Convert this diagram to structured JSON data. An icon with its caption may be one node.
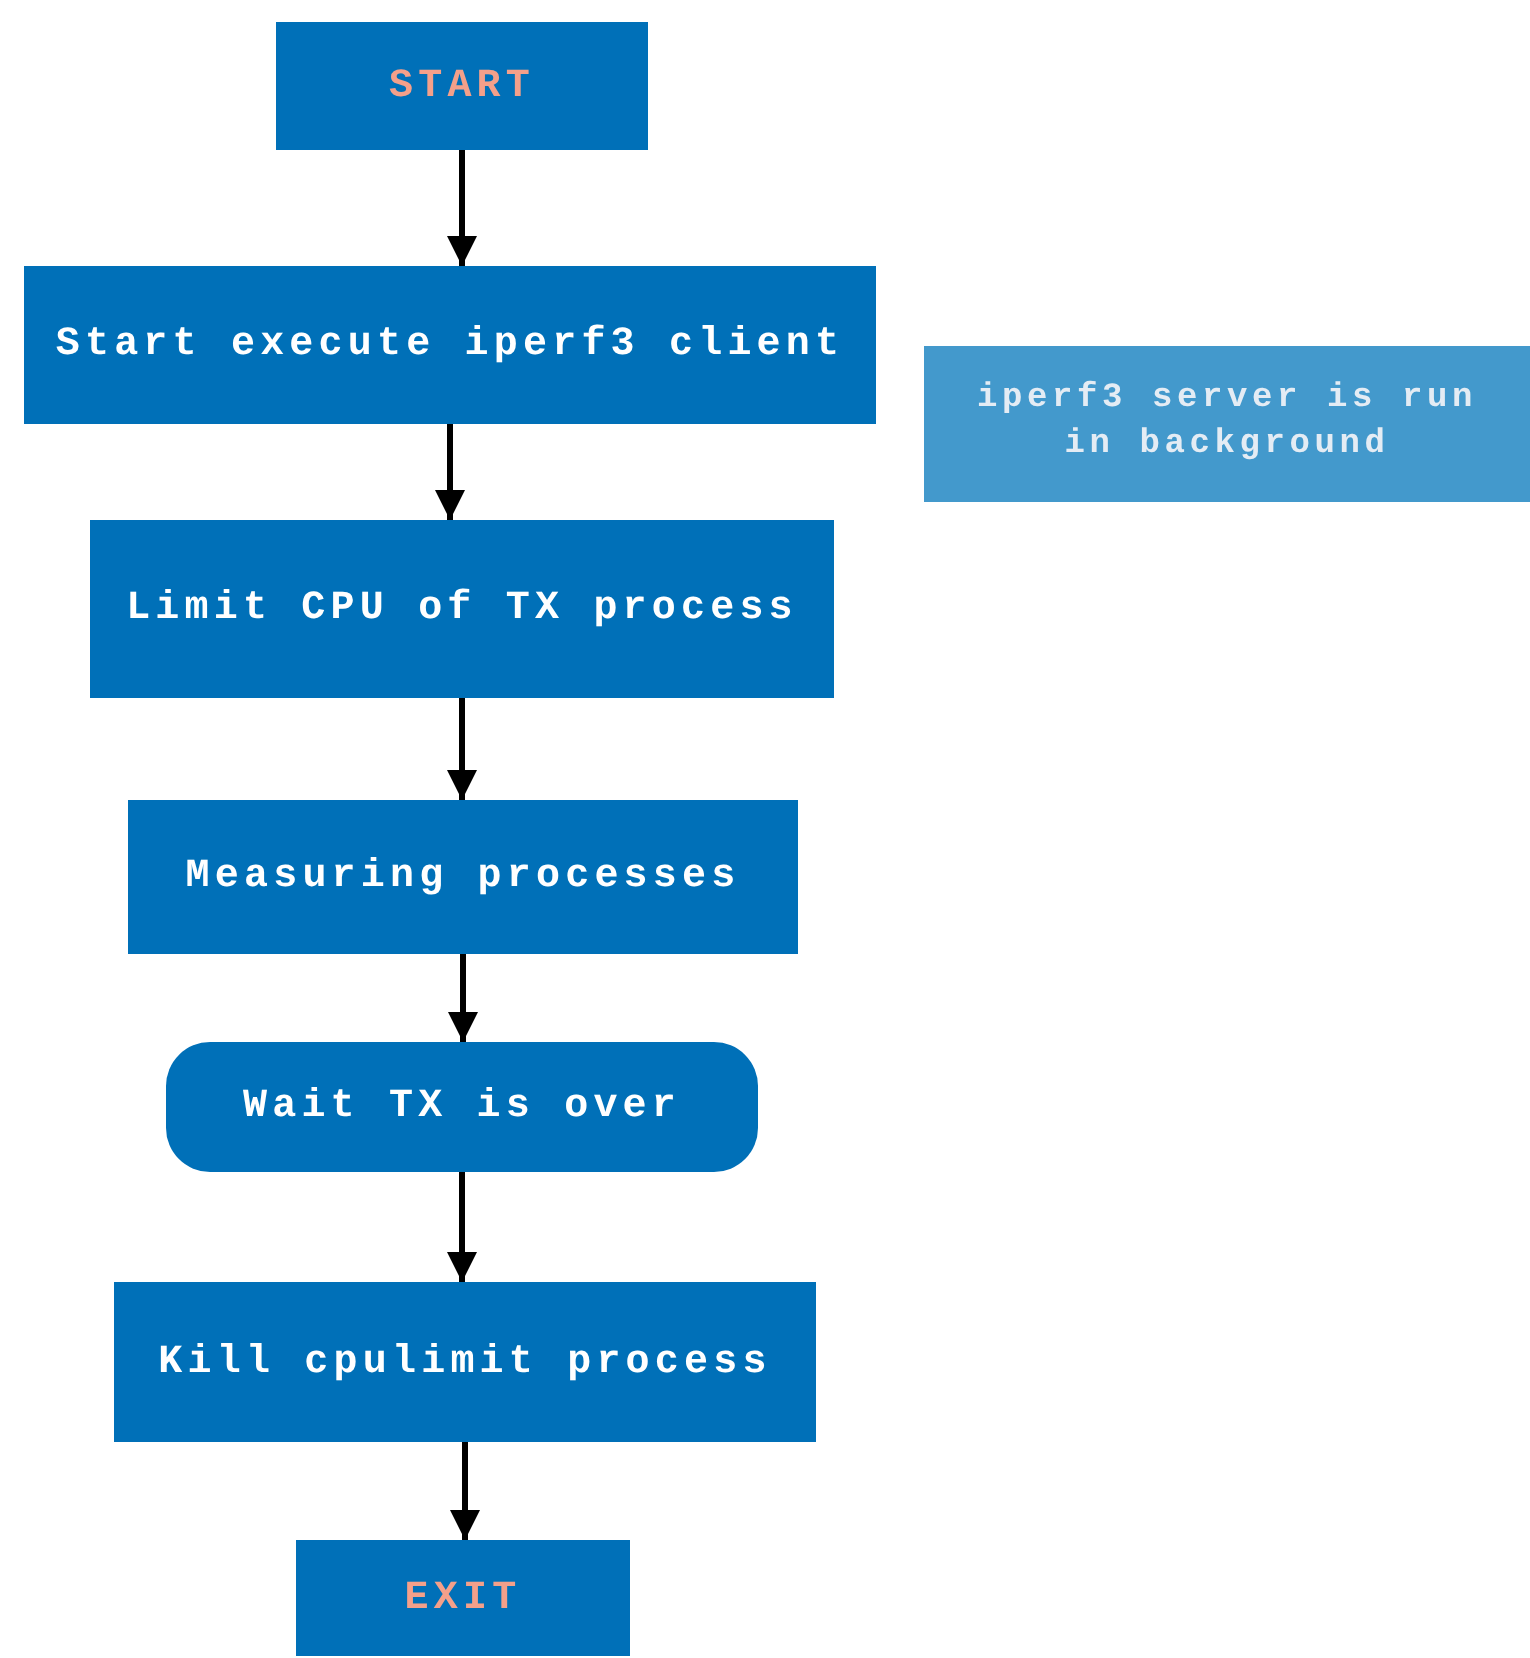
{
  "diagram": {
    "nodes": [
      {
        "text": [
          "START"
        ]
      },
      {
        "text": [
          "Start execute iperf3 client"
        ]
      },
      {
        "text": [
          "iperf3 server is run in background"
        ]
      },
      {
        "text": [
          "Limit CPU of TX process"
        ]
      },
      {
        "text": [
          "Measuring processes"
        ]
      },
      {
        "text": [
          "Wait TX is over"
        ]
      },
      {
        "text": [
          "Kill cpulimit process"
        ]
      },
      {
        "text": [
          "EXIT"
        ]
      }
    ],
    "edges": [
      {
        "from": 0,
        "to": 1,
        "arrow": "to"
      },
      {
        "from": 1,
        "to": 3,
        "arrow": "to"
      },
      {
        "from": 3,
        "to": 4,
        "arrow": "to"
      },
      {
        "from": 4,
        "to": 5,
        "arrow": "to"
      },
      {
        "from": 5,
        "to": 6,
        "arrow": "to"
      },
      {
        "from": 6,
        "to": 7,
        "arrow": "to"
      }
    ]
  }
}
